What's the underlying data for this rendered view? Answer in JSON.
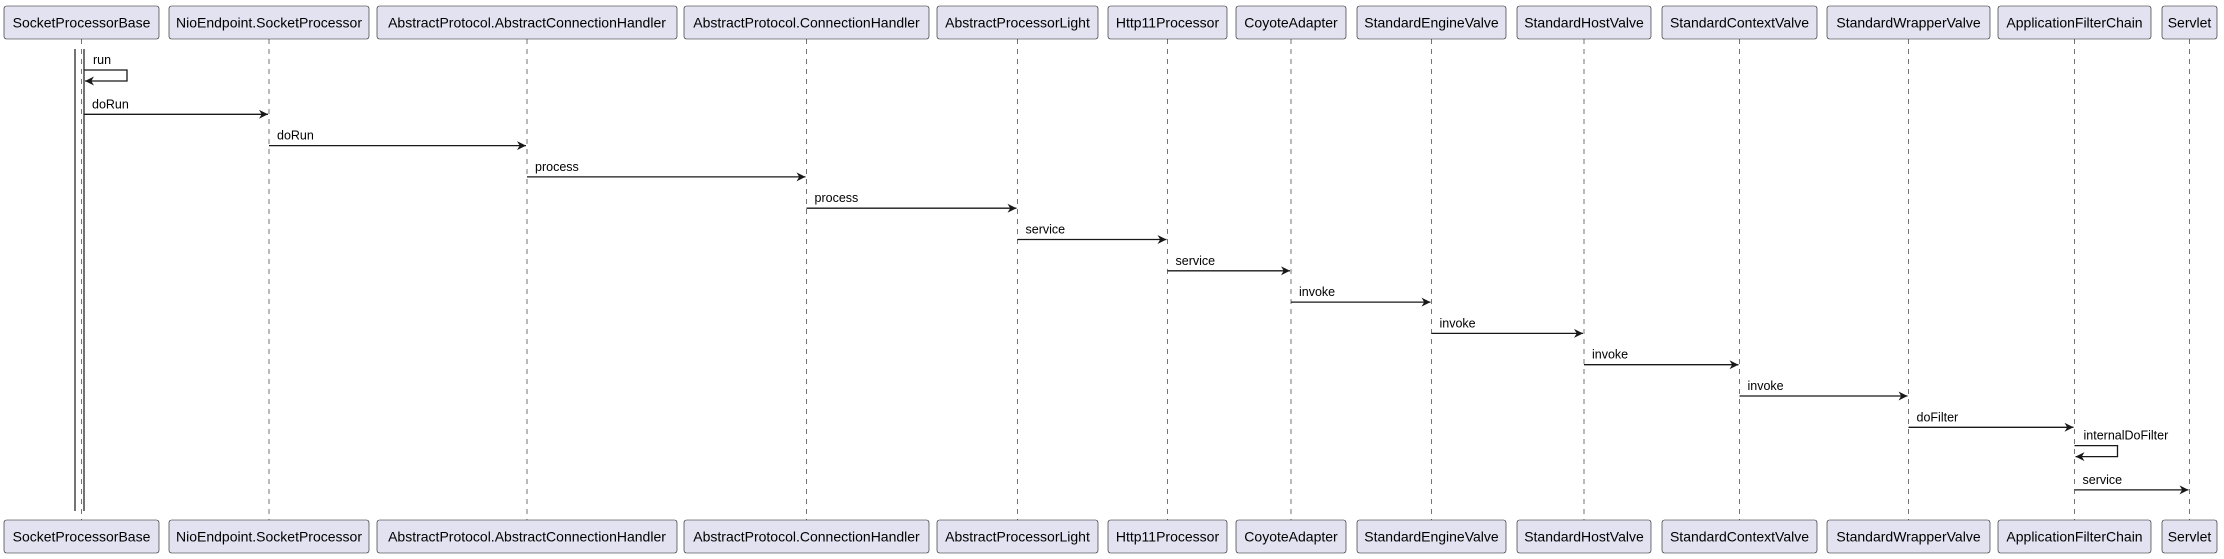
{
  "colors": {
    "participant_fill": "#E2E2F0",
    "line": "#181818",
    "text": "#000000",
    "background": "#FFFFFF"
  },
  "participants": [
    {
      "id": "p0",
      "label": "SocketProcessorBase"
    },
    {
      "id": "p1",
      "label": "NioEndpoint.SocketProcessor"
    },
    {
      "id": "p2",
      "label": "AbstractProtocol.AbstractConnectionHandler"
    },
    {
      "id": "p3",
      "label": "AbstractProtocol.ConnectionHandler"
    },
    {
      "id": "p4",
      "label": "AbstractProcessorLight"
    },
    {
      "id": "p5",
      "label": "Http11Processor"
    },
    {
      "id": "p6",
      "label": "CoyoteAdapter"
    },
    {
      "id": "p7",
      "label": "StandardEngineValve"
    },
    {
      "id": "p8",
      "label": "StandardHostValve"
    },
    {
      "id": "p9",
      "label": "StandardContextValve"
    },
    {
      "id": "p10",
      "label": "StandardWrapperValve"
    },
    {
      "id": "p11",
      "label": "ApplicationFilterChain"
    },
    {
      "id": "p12",
      "label": "Servlet"
    }
  ],
  "messages": [
    {
      "from": "p0",
      "to": "p0",
      "label": "run"
    },
    {
      "from": "p0",
      "to": "p1",
      "label": "doRun"
    },
    {
      "from": "p1",
      "to": "p2",
      "label": "doRun"
    },
    {
      "from": "p2",
      "to": "p3",
      "label": "process"
    },
    {
      "from": "p3",
      "to": "p4",
      "label": "process"
    },
    {
      "from": "p4",
      "to": "p5",
      "label": "service"
    },
    {
      "from": "p5",
      "to": "p6",
      "label": "service"
    },
    {
      "from": "p6",
      "to": "p7",
      "label": "invoke"
    },
    {
      "from": "p7",
      "to": "p8",
      "label": "invoke"
    },
    {
      "from": "p8",
      "to": "p9",
      "label": "invoke"
    },
    {
      "from": "p9",
      "to": "p10",
      "label": "invoke"
    },
    {
      "from": "p10",
      "to": "p11",
      "label": "doFilter"
    },
    {
      "from": "p11",
      "to": "p11",
      "label": "internalDoFilter"
    },
    {
      "from": "p11",
      "to": "p12",
      "label": "service"
    }
  ]
}
